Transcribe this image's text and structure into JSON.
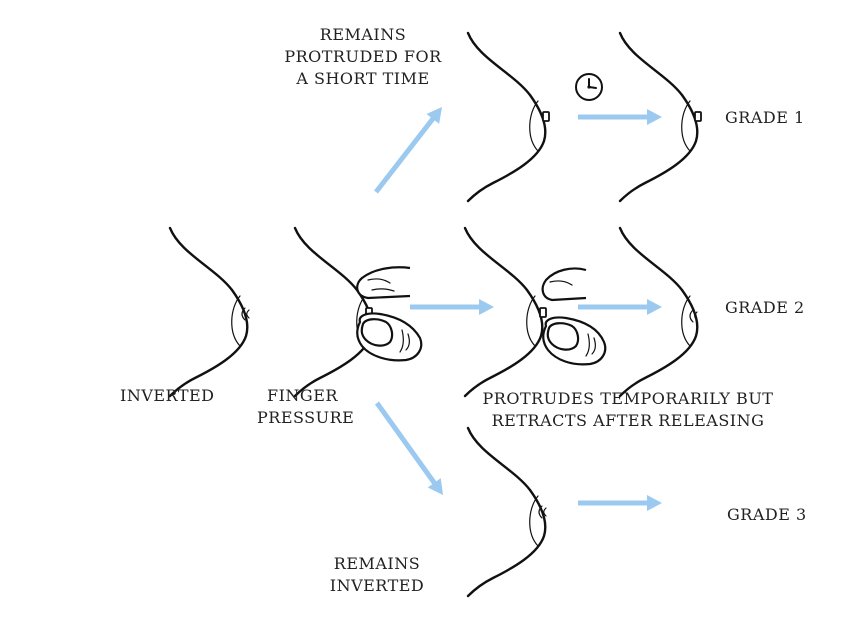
{
  "labels": {
    "remains_protruded": [
      "REMAINS",
      "PROTRUDED FOR",
      "A SHORT TIME"
    ],
    "grade1": "GRADE 1",
    "grade2": "GRADE 2",
    "grade3": "GRADE 3",
    "inverted": "INVERTED",
    "finger_pressure": [
      "FINGER",
      "PRESSURE"
    ],
    "protrudes_temporarily": [
      "PROTRUDES TEMPORARILY BUT",
      "RETRACTS AFTER RELEASING"
    ],
    "remains_inverted": [
      "REMAINS",
      "INVERTED"
    ]
  },
  "icons": {
    "clock": "clock-icon",
    "finger": "finger-icon",
    "arrow": "arrow-icon"
  },
  "colors": {
    "arrow": "#9cc9ef",
    "ink": "#111111",
    "text": "#222222"
  }
}
